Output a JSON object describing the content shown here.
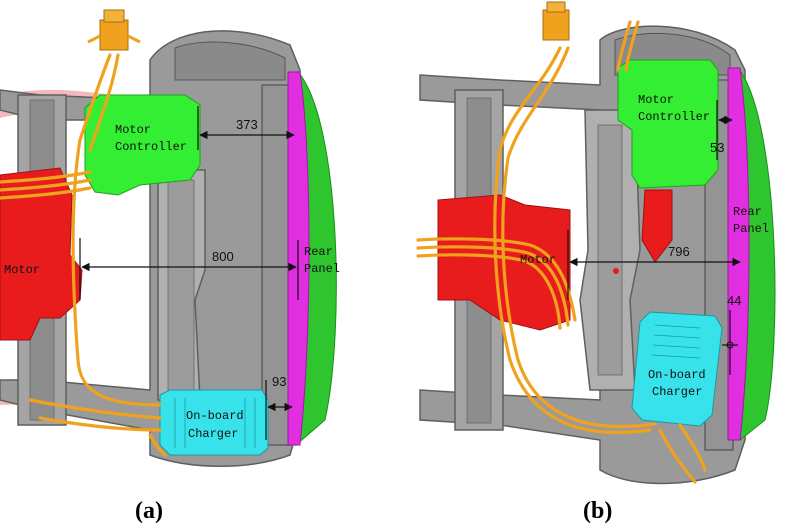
{
  "panel_a": {
    "caption": "(a)",
    "labels": {
      "motor_controller": [
        "Motor",
        "Controller"
      ],
      "motor": "Motor",
      "rear_panel": [
        "Rear",
        "Panel"
      ],
      "charger": [
        "On-board",
        "Charger"
      ]
    },
    "dimensions": {
      "controller_gap": "373",
      "motor_gap": "800",
      "charger_gap": "93"
    }
  },
  "panel_b": {
    "caption": "(b)",
    "labels": {
      "motor_controller": [
        "Motor",
        "Controller"
      ],
      "motor": "Motor",
      "rear_panel": [
        "Rear",
        "Panel"
      ],
      "charger": [
        "On-board",
        "Charger"
      ]
    },
    "dimensions": {
      "controller_gap": "53",
      "motor_gap": "796",
      "charger_gap": "44"
    }
  },
  "colors": {
    "frame": "#9a9a9a",
    "frame_dark": "#5f5f5f",
    "controller": "#33ee33",
    "motor": "#e81c1c",
    "charger": "#38e2ea",
    "rear_panel": "#e02ee0",
    "rear_beam": "#2ec52e",
    "cables": "#f0a21e",
    "pink_trim": "#f3b8bc"
  }
}
